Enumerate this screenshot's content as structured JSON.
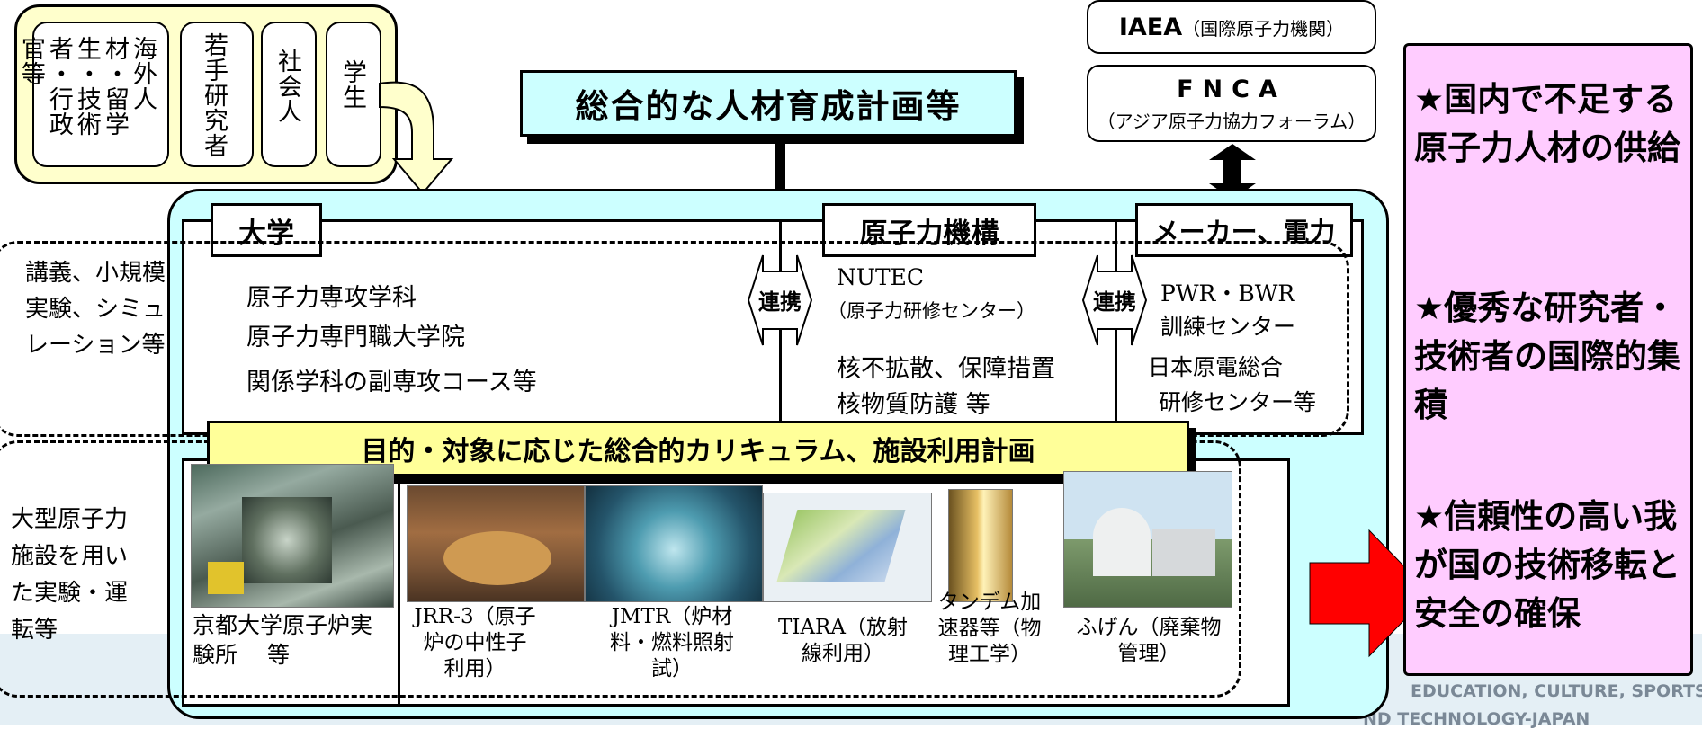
{
  "targets": [
    {
      "label": "海外人材・留学生・技術者・行政官等"
    },
    {
      "label": "若手研究者"
    },
    {
      "label": "社会人"
    },
    {
      "label": "学生"
    }
  ],
  "plan_title": "総合的な人材育成計画等",
  "iaea": {
    "abbr": "IAEA",
    "full": "（国際原子力機関）"
  },
  "fnca": {
    "abbr": "FNCA",
    "full": "（アジア原子力協力フォーラム）"
  },
  "columns": {
    "university": {
      "title": "大学",
      "items": [
        "原子力専攻学科",
        "原子力専門職大学院",
        "関係学科の副専攻コース等"
      ]
    },
    "jaea": {
      "title": "原子力機構",
      "items": [
        "NUTEC",
        "（原子力研修センター）",
        "核不拡散、保障措置",
        "核物質防護 等"
      ]
    },
    "industry": {
      "title": "メーカー、電力",
      "items": [
        "PWR・BWR",
        "訓練センター",
        "日本原電総合",
        "研修センター等"
      ]
    }
  },
  "link_label": "連携",
  "left_labels": {
    "lecture": "講義、小規模実験、シミュレーション等",
    "facility": "大型原子力施設を用いた実験・運転等"
  },
  "curriculum_banner": "目的・対象に応じた総合的カリキュラム、施設利用計画",
  "facilities": [
    {
      "caption": "京都大学原子炉実験所　 等"
    },
    {
      "caption": "JRR-3（原子炉の中性子利用）"
    },
    {
      "caption": "JMTR（炉材料・燃料照射試）"
    },
    {
      "caption": "TIARA（放射線利用）"
    },
    {
      "caption": "タンデム加速器等（物理工学）"
    },
    {
      "caption": "ふげん（廃棄物管理）"
    }
  ],
  "outcomes": [
    "★国内で不足する原子力人材の供給",
    "★優秀な研究者・技術者の国際的集積",
    "★信頼性の高い我が国の技術移転と安全の確保"
  ],
  "watermark": [
    "EDUCATION, CULTURE, SPORTS,",
    "ND TECHNOLOGY-JAPAN"
  ],
  "colors": {
    "cyan_fill": "#ccffff",
    "yellow_fill": "#ffff99",
    "pink_fill": "#ffccff",
    "arrow_red": "#ff0000",
    "outline": "#000000"
  }
}
